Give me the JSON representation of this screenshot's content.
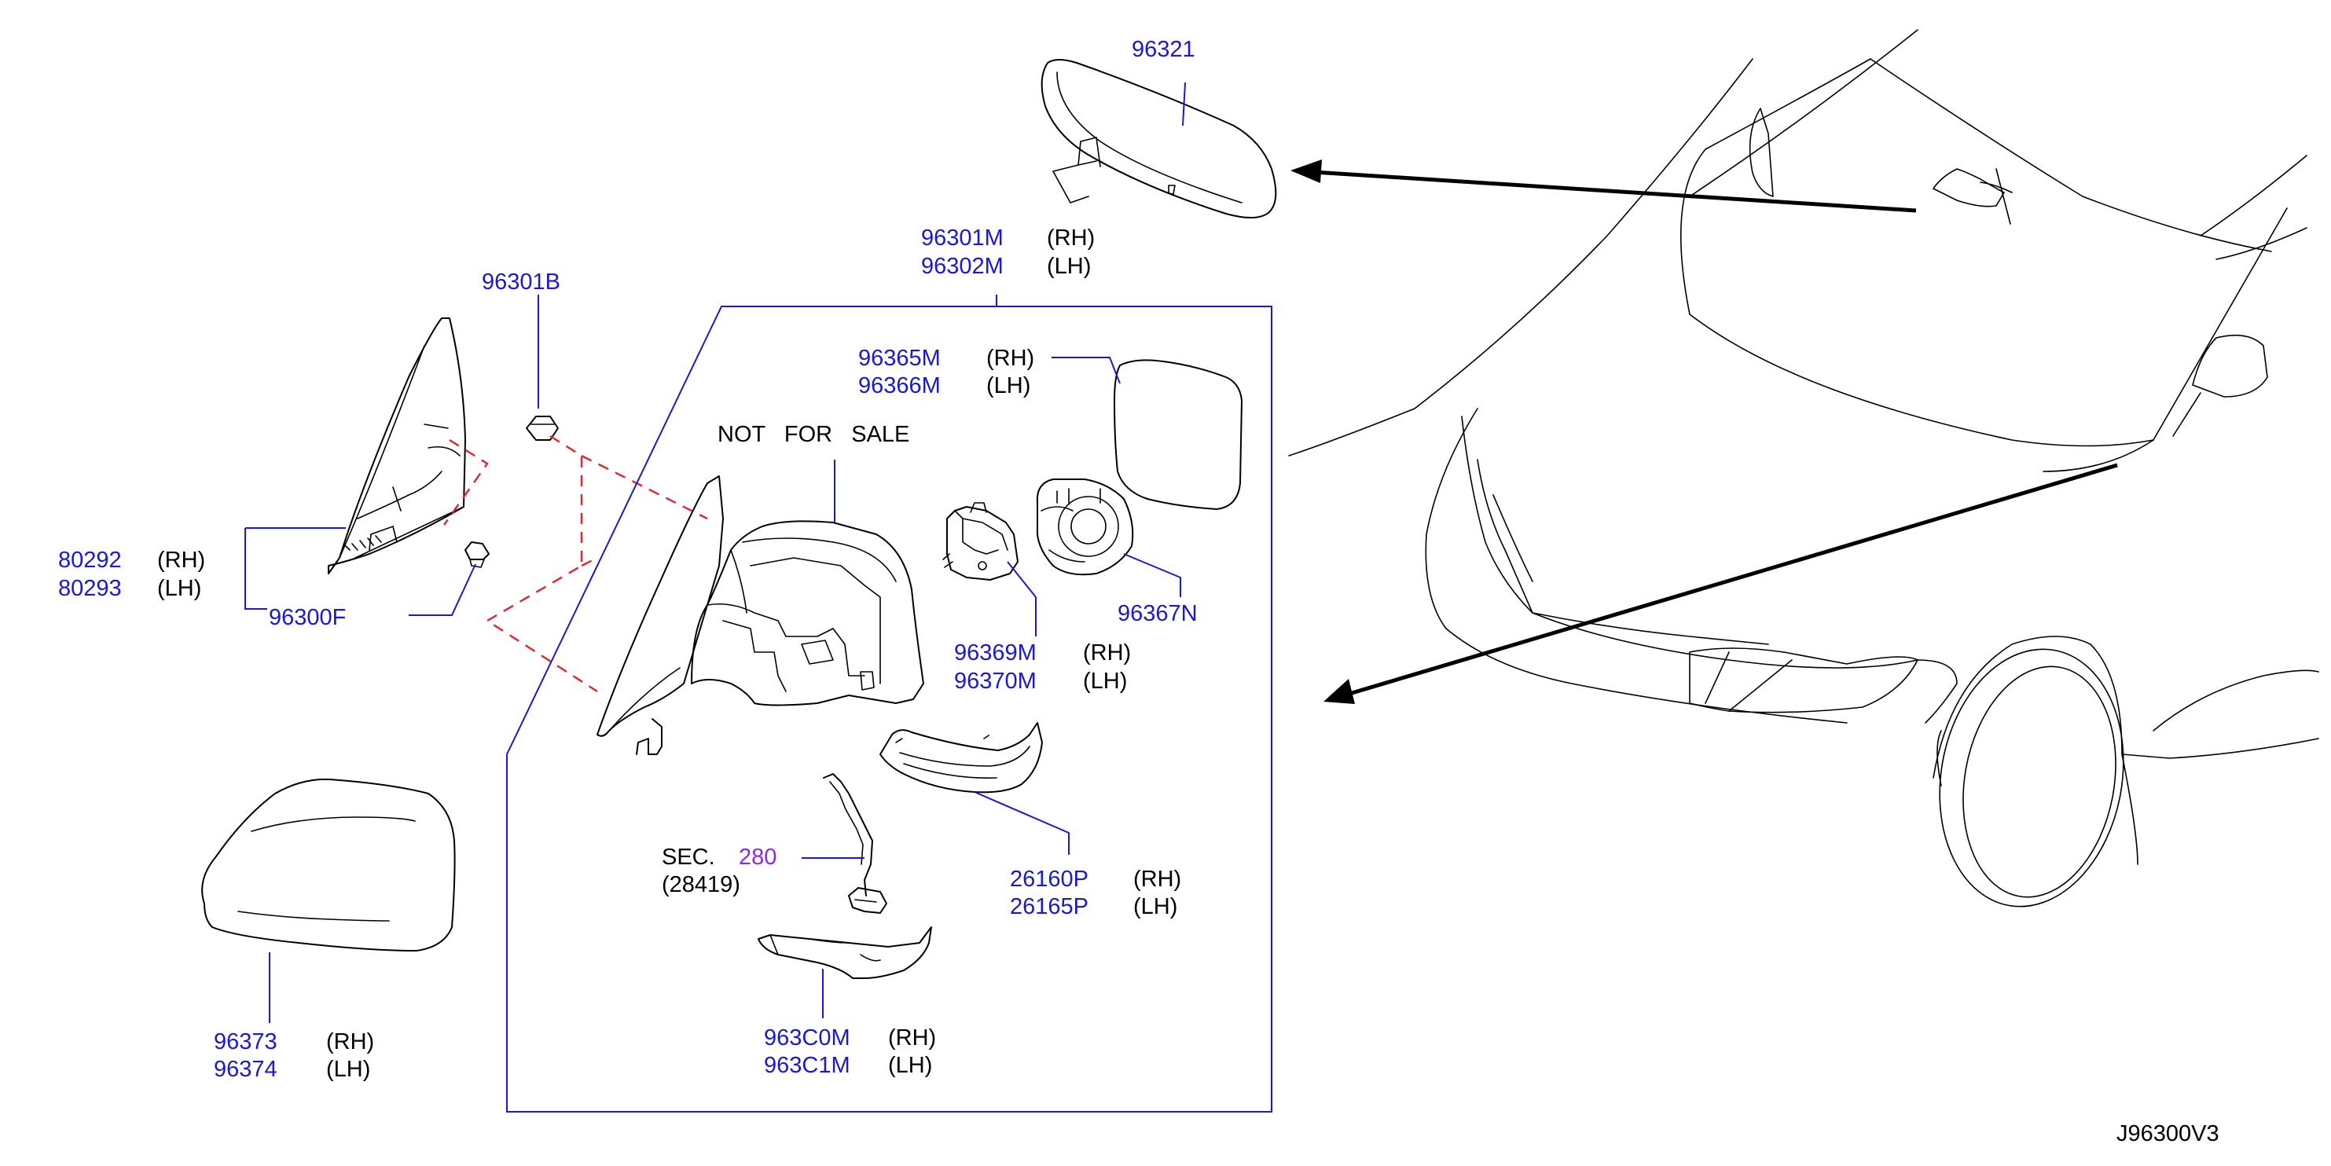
{
  "diagram_id": "J96300V3",
  "parts": {
    "inner_mirror": "96321",
    "assembly_rh": "96301M",
    "assembly_lh": "96302M",
    "glass_rh": "96365M",
    "glass_lh": "96366M",
    "actuator": "96367N",
    "motor_rh": "96369M",
    "motor_lh": "96370M",
    "turn_lamp_rh": "26160P",
    "turn_lamp_lh": "26165P",
    "puddle_rh": "963C0M",
    "puddle_lh": "963C1M",
    "cover_rh": "96373",
    "cover_lh": "96374",
    "base_rh": "80292",
    "base_lh": "80293",
    "nut": "96301B",
    "clip": "96300F"
  },
  "side": {
    "rh": "(RH)",
    "lh": "(LH)"
  },
  "notes": {
    "not_for_sale": "NOT   FOR   SALE",
    "sec_prefix": "SEC.",
    "sec_number": "280",
    "sec_ref": "(28419)"
  },
  "colors": {
    "part_number": "#1a1acc",
    "leader": "#1a1acc",
    "phantom": "#e0262a",
    "section_ref": "#8a2be2"
  }
}
